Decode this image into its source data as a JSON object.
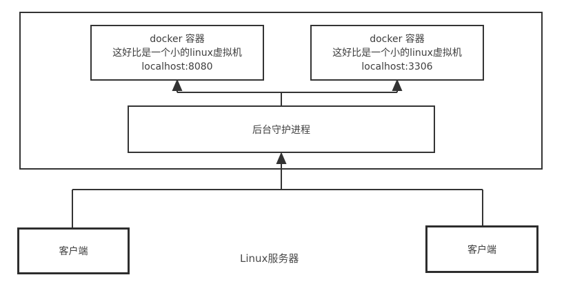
{
  "diagram": {
    "background_color": "#ffffff",
    "line_color": "#333333",
    "text_color": "#3d3d3d",
    "server_label": "Linux服务器",
    "containers": [
      {
        "title": "docker 容器",
        "subtitle": "这好比是一个小的linux虚拟机",
        "address": "localhost:8080"
      },
      {
        "title": "docker 容器",
        "subtitle": "这好比是一个小的linux虚拟机",
        "address": "localhost:3306"
      }
    ],
    "daemon": {
      "label": "后台守护进程"
    },
    "clients": [
      {
        "label": "客户端"
      },
      {
        "label": "客户端"
      }
    ]
  }
}
